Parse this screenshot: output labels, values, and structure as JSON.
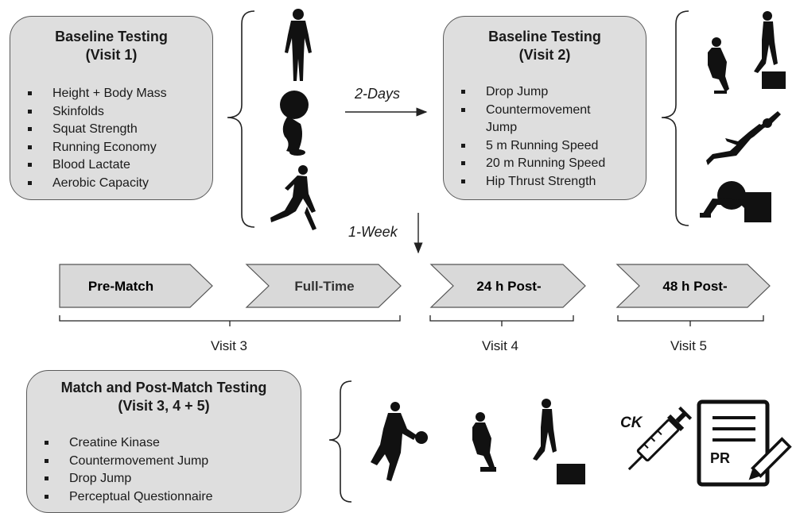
{
  "box1": {
    "title_line1": "Baseline Testing",
    "title_line2": "(Visit 1)",
    "items": [
      "Height + Body Mass",
      "Skinfolds",
      "Squat Strength",
      "Running Economy",
      "Blood Lactate",
      "Aerobic Capacity"
    ]
  },
  "box2": {
    "title_line1": "Baseline Testing",
    "title_line2": "(Visit 2)",
    "items": [
      "Drop Jump",
      "Countermovement",
      "Jump",
      "5 m Running Speed",
      "20 m Running Speed",
      "Hip Thrust Strength"
    ]
  },
  "box3": {
    "title_line1": "Match and Post-Match Testing",
    "title_line2": "(Visit 3, 4 + 5)",
    "items": [
      "Creatine Kinase",
      "Countermovement Jump",
      "Drop Jump",
      "Perceptual Questionnaire"
    ]
  },
  "arrows": {
    "days": "2-Days",
    "week": "1-Week"
  },
  "timeline": {
    "stages": [
      "Pre-Match",
      "Full-Time",
      "24 h Post-",
      "48 h Post-"
    ],
    "visits": [
      "Visit 3",
      "Visit 4",
      "Visit 5"
    ]
  },
  "icons": {
    "ck_label": "CK",
    "pr_label": "PR"
  }
}
